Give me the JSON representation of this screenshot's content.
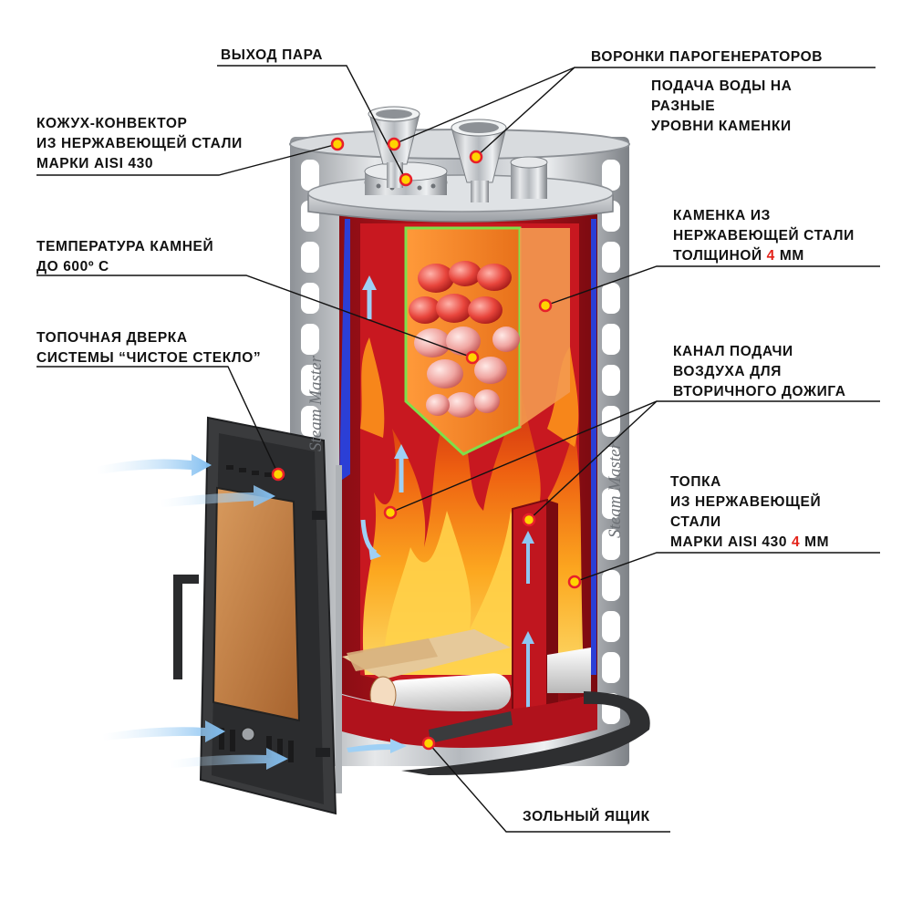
{
  "labels": {
    "steam_outlet": "ВЫХОД ПАРА",
    "generator_funnels": "ВОРОНКИ ПАРОГЕНЕРАТОРОВ",
    "water_supply": [
      "ПОДАЧА ВОДЫ НА",
      "РАЗНЫЕ",
      "УРОВНИ КАМЕНКИ"
    ],
    "casing_convector": [
      "КОЖУХ-КОНВЕКТОР",
      "ИЗ НЕРЖАВЕЮЩЕЙ СТАЛИ",
      "МАРКИ AISI 430"
    ],
    "stone_temperature": [
      "ТЕМПЕРАТУРА КАМНЕЙ",
      "ДО 600º С"
    ],
    "stone_chamber": {
      "lines": [
        "КАМЕНКА ИЗ",
        "НЕРЖАВЕЮЩЕЙ СТАЛИ"
      ],
      "thickness_prefix": "ТОЛЩИНОЙ ",
      "thickness_value": "4",
      "thickness_suffix": " ММ"
    },
    "fire_door": [
      "ТОПОЧНАЯ ДВЕРКА",
      "СИСТЕМЫ “ЧИСТОЕ СТЕКЛО”"
    ],
    "air_channel": [
      "КАНАЛ ПОДАЧИ",
      "ВОЗДУХА ДЛЯ",
      "ВТОРИЧНОГО ДОЖИГА"
    ],
    "firebox": {
      "lines": [
        "ТОПКА",
        "ИЗ НЕРЖАВЕЮЩЕЙ",
        "СТАЛИ"
      ],
      "grade_prefix": "МАРКИ AISI 430 ",
      "grade_value": "4",
      "grade_suffix": " ММ"
    },
    "ash_box": "ЗОЛЬНЫЙ ЯЩИК"
  },
  "brand_text": "Steam Master",
  "colors": {
    "accent_red": "#e32219",
    "callout_dot": "#ffd400",
    "callout_dot_ring": "#e8202a",
    "firebox_red": "#b0121c",
    "stone_chamber_orange": "#f07a22",
    "stone_chamber_outline": "#7de04a",
    "stainless": "#c9ccd0",
    "cast_iron": "#3a3b3d",
    "door_glass": "#b8743e",
    "air_flow": "#9fd0f5"
  },
  "icons": {
    "callout": "yellow-red-dot",
    "air_arrow": "blue-arrow"
  }
}
